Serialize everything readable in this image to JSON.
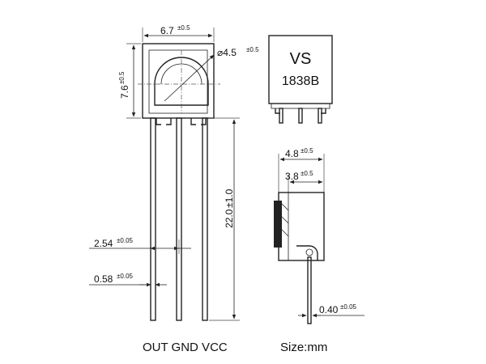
{
  "front_view": {
    "width_dim": "6.7",
    "width_tol": "±0.5",
    "height_dim": "7.6",
    "height_tol": "±0.5",
    "lens_dim": "⌀4.5",
    "lens_tol": "±0.5",
    "lead_length_dim": "22.0",
    "lead_length_tol": "±1.0",
    "pitch_dim": "2.54",
    "pitch_tol": "±0.05",
    "lead_width_dim": "0.58",
    "lead_width_tol": "±0.05"
  },
  "back_view": {
    "marking_line1": "VS",
    "marking_line2": "1838B"
  },
  "side_view": {
    "depth_dim": "4.8",
    "depth_tol": "±0.5",
    "lens_depth_dim": "3.8",
    "lens_depth_tol": "±0.5",
    "lead_thickness_dim": "0.40",
    "lead_thickness_tol": "±0.05"
  },
  "pin_labels": "OUT GND VCC",
  "units_note": "Size:mm"
}
